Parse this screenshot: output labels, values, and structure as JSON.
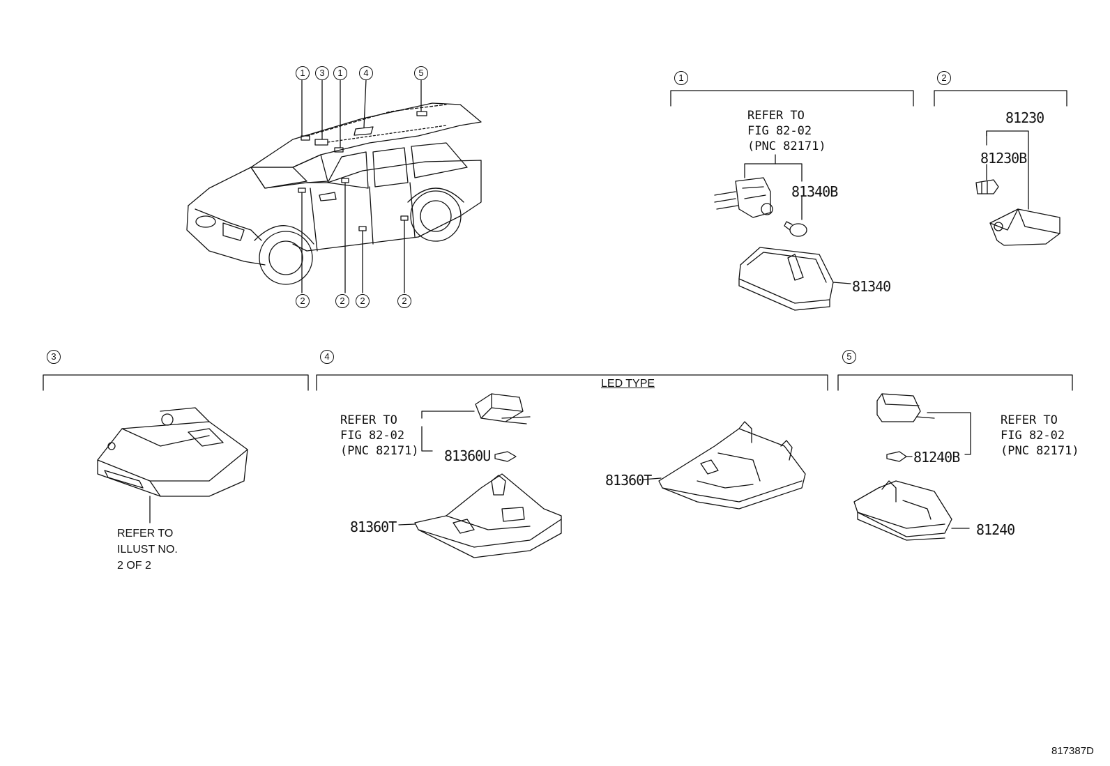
{
  "callouts": [
    "1",
    "2",
    "3",
    "4",
    "5"
  ],
  "car_markers": {
    "top": [
      "1",
      "3",
      "1",
      "4",
      "5"
    ],
    "bottom": [
      "2",
      "2",
      "2",
      "2"
    ]
  },
  "section1": {
    "number": "1",
    "refer": [
      "REFER TO",
      "FIG 82-02",
      "(PNC 82171)"
    ],
    "parts": [
      "81340B",
      "81340"
    ]
  },
  "section2": {
    "number": "2",
    "parts": [
      "81230",
      "81230B"
    ]
  },
  "section3": {
    "number": "3",
    "refer": [
      "REFER TO",
      "ILLUST NO.",
      "2 OF 2"
    ]
  },
  "section4": {
    "number": "4",
    "variant": "LED TYPE",
    "refer": [
      "REFER TO",
      "FIG 82-02",
      "(PNC 82171)"
    ],
    "parts": [
      "81360U",
      "81360T",
      "81360T"
    ]
  },
  "section5": {
    "number": "5",
    "refer": [
      "REFER TO",
      "FIG 82-02",
      "(PNC 82171)"
    ],
    "parts": [
      "81240B",
      "81240"
    ]
  },
  "figure_id": "817387D"
}
